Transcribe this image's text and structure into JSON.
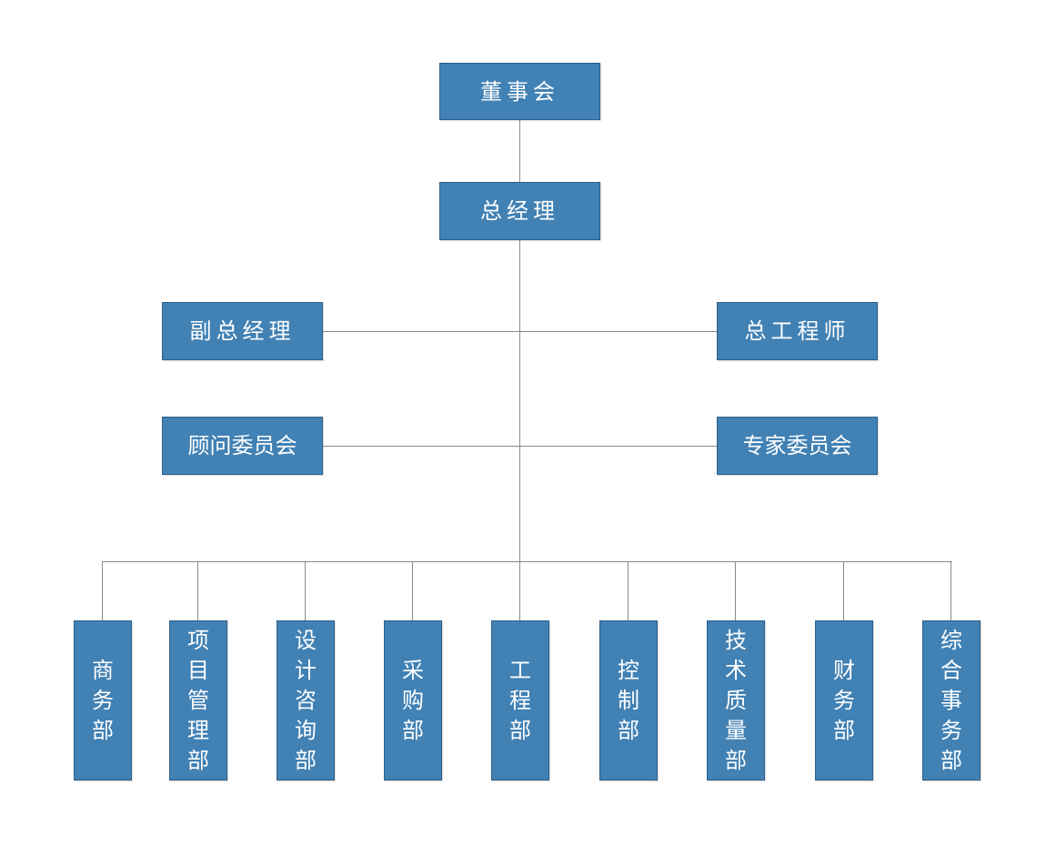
{
  "board": "董事会",
  "gm": "总经理",
  "deputy_gm": "副总经理",
  "chief_engineer": "总工程师",
  "advisory_committee": "顾问委员会",
  "expert_committee": "专家委员会",
  "departments": [
    "商务部",
    "项目管理部",
    "设计咨询部",
    "采购部",
    "工程部",
    "控制部",
    "技术质量部",
    "财务部",
    "综合事务部"
  ],
  "colors": {
    "box_fill": "#4181b4",
    "box_border": "#2c5f8a",
    "connector": "#8a8a8a",
    "text": "#ffffff"
  }
}
